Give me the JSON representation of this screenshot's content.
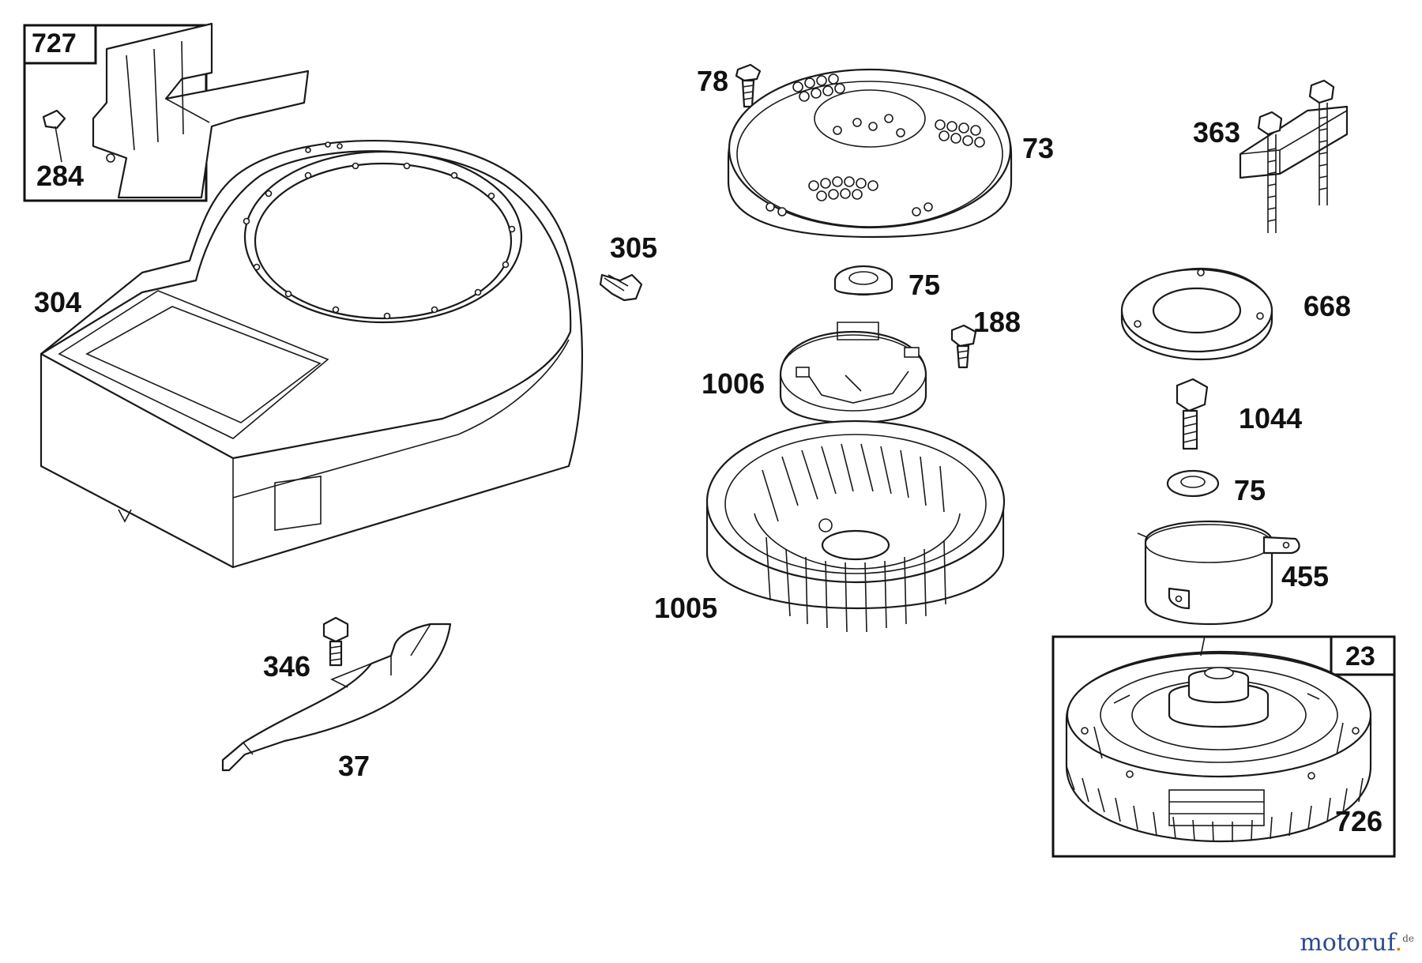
{
  "parts": [
    {
      "id": "p727",
      "number": "727"
    },
    {
      "id": "p284",
      "number": "284"
    },
    {
      "id": "p304",
      "number": "304"
    },
    {
      "id": "p305",
      "number": "305"
    },
    {
      "id": "p346",
      "number": "346"
    },
    {
      "id": "p37",
      "number": "37"
    },
    {
      "id": "p78",
      "number": "78"
    },
    {
      "id": "p73",
      "number": "73"
    },
    {
      "id": "p75a",
      "number": "75"
    },
    {
      "id": "p188",
      "number": "188"
    },
    {
      "id": "p1006",
      "number": "1006"
    },
    {
      "id": "p1005",
      "number": "1005"
    },
    {
      "id": "p363",
      "number": "363"
    },
    {
      "id": "p668",
      "number": "668"
    },
    {
      "id": "p1044",
      "number": "1044"
    },
    {
      "id": "p75b",
      "number": "75"
    },
    {
      "id": "p455",
      "number": "455"
    },
    {
      "id": "p23",
      "number": "23"
    },
    {
      "id": "p726",
      "number": "726"
    }
  ],
  "watermark": {
    "main": "motoruf",
    "dot": ".",
    "suffix": "de"
  }
}
